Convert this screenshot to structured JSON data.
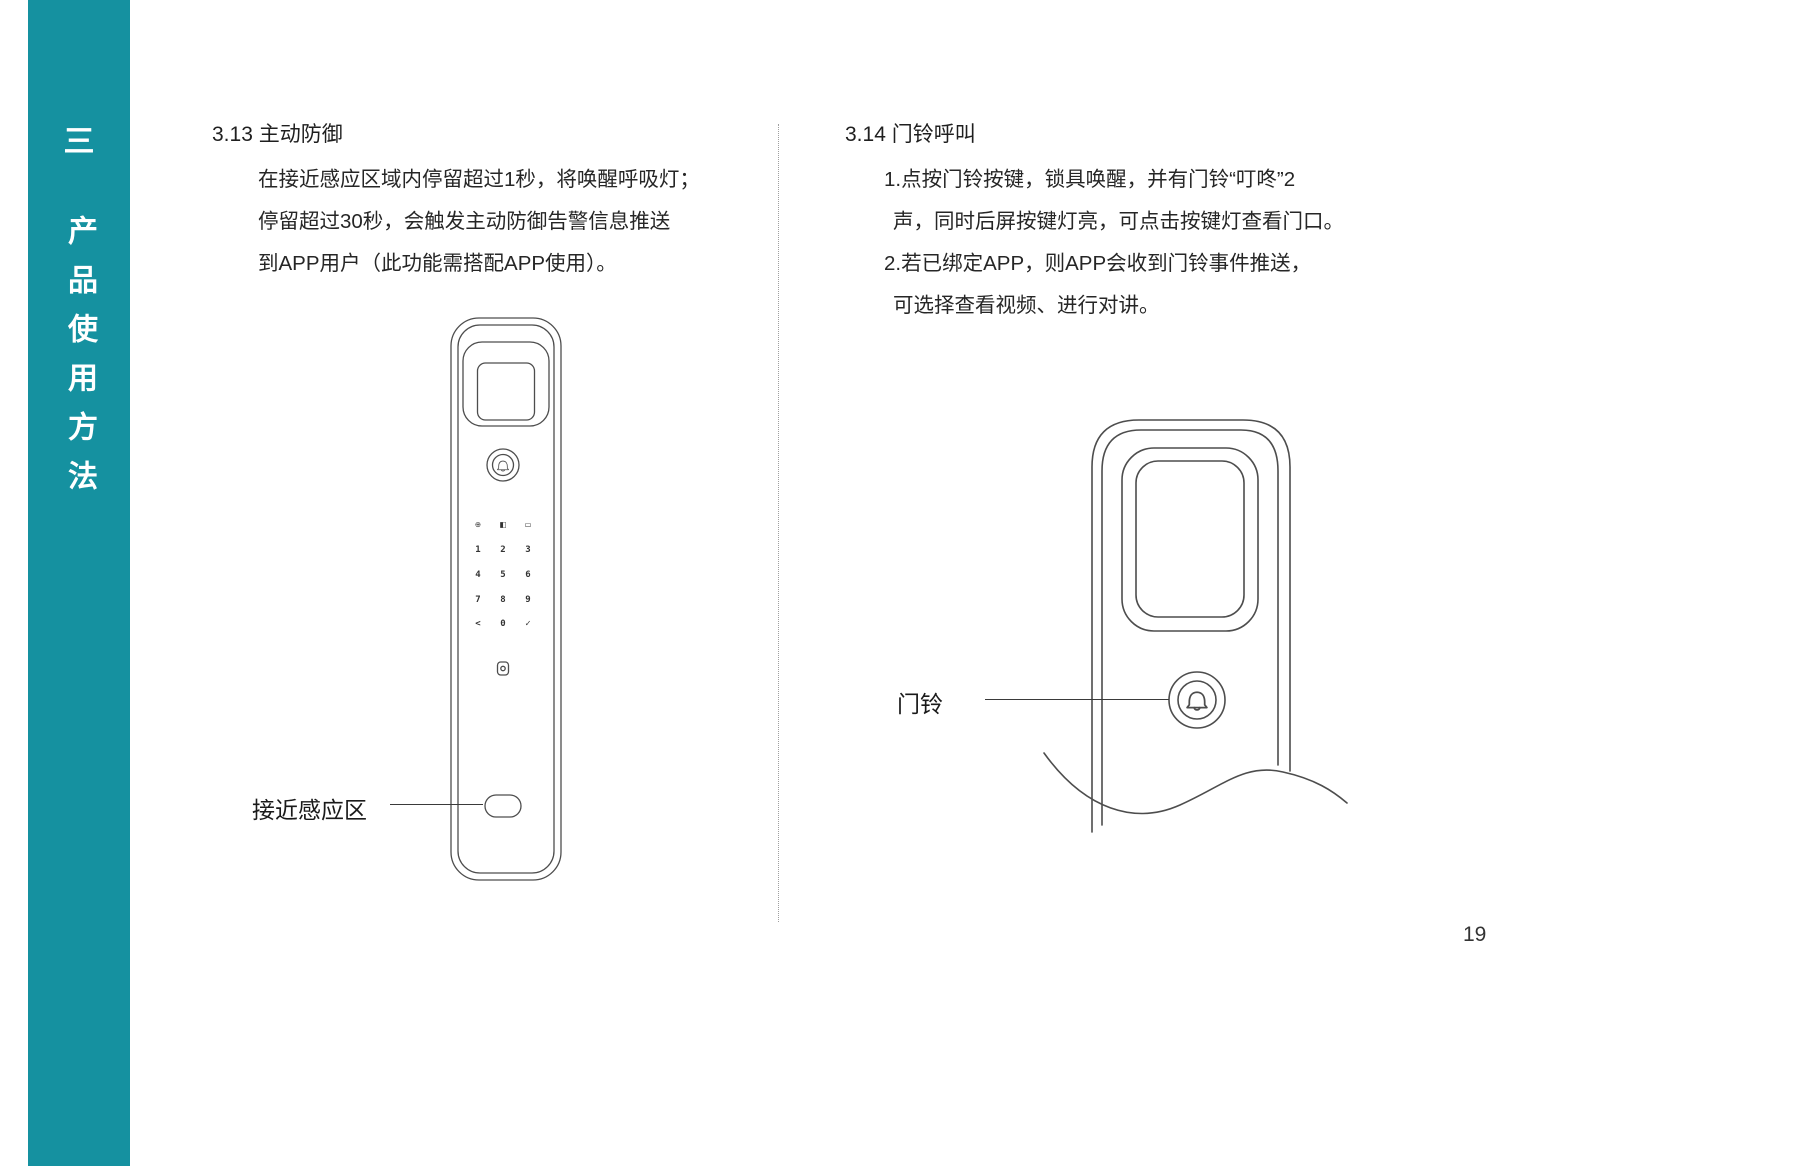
{
  "colors": {
    "sidebar": "#1591a0"
  },
  "sidebar": {
    "section": "三",
    "title": "产品使用方法"
  },
  "left": {
    "heading": "3.13 主动防御",
    "body": [
      "在接近感应区域内停留超过1秒，将唤醒呼吸灯；",
      "停留超过30秒，会触发主动防御告警信息推送",
      "到APP用户（此功能需搭配APP使用）。"
    ],
    "callout": "接近感应区",
    "keypad": {
      "icon_glyphs": [
        "⊕",
        "◧",
        "▭"
      ],
      "cells": [
        "1",
        "2",
        "3",
        "4",
        "5",
        "6",
        "7",
        "8",
        "9",
        "<",
        "0",
        "✓"
      ]
    }
  },
  "right": {
    "heading": "3.14 门铃呼叫",
    "body": [
      "1.点按门铃按键，锁具唤醒，并有门铃“叮咚”2",
      "声，同时后屏按键灯亮，可点击按键灯查看门口。",
      "2.若已绑定APP，则APP会收到门铃事件推送，",
      "可选择查看视频、进行对讲。"
    ],
    "callout": "门铃"
  },
  "page": {
    "number": "19"
  }
}
